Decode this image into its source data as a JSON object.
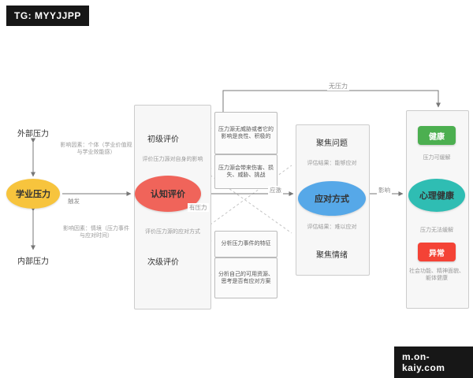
{
  "badges": {
    "top_left": "TG: MYYJJPP",
    "bottom_right": "m.on-kaiy.com"
  },
  "left": {
    "external": "外部压力",
    "internal": "内部压力",
    "stress": "学业压力",
    "trigger_label": "触发",
    "factor_individual": "影响因素：个体（学业价值观与学业效能感）",
    "factor_situation": "影响因素：情境（压力事件与应对时间）"
  },
  "appraisal": {
    "primary": "初级评价",
    "primary_note": "评价压力源对自身的影响",
    "core": "认知评价",
    "secondary_note": "评价压力源的应对方式",
    "secondary": "次级评价",
    "has_stress": "有压力",
    "no_stress": "无压力",
    "to_coping_label": "应激",
    "outcome_benign": "压力源无威胁或者它的影响是良性、积极的",
    "outcome_harm": "压力源会带来伤害、损失、威胁、挑战",
    "analyze_event": "分析压力事件的特征",
    "analyze_resources": "分析自己的可用资源、思考是否有应对方案"
  },
  "coping": {
    "title": "应对方式",
    "problem": "聚焦问题",
    "emotion": "聚焦情绪",
    "can_cope": "评估结果：能够应对",
    "hard_cope": "评估结果：难以应对",
    "influence_label": "影响"
  },
  "health": {
    "title": "心理健康",
    "healthy": "健康",
    "abnormal": "异常",
    "relieved": "压力可缓解",
    "not_relieved": "压力无法缓解",
    "aspects": "社会功能、精神面貌、躯体健康"
  },
  "colors": {
    "stress_node": "#f7c43d",
    "appraisal_node": "#f0645a",
    "coping_node": "#56a8e8",
    "health_node": "#2fbdb3",
    "healthy_chip": "#4caf50",
    "abnormal_chip": "#f44336",
    "badge_bg": "#171717"
  }
}
